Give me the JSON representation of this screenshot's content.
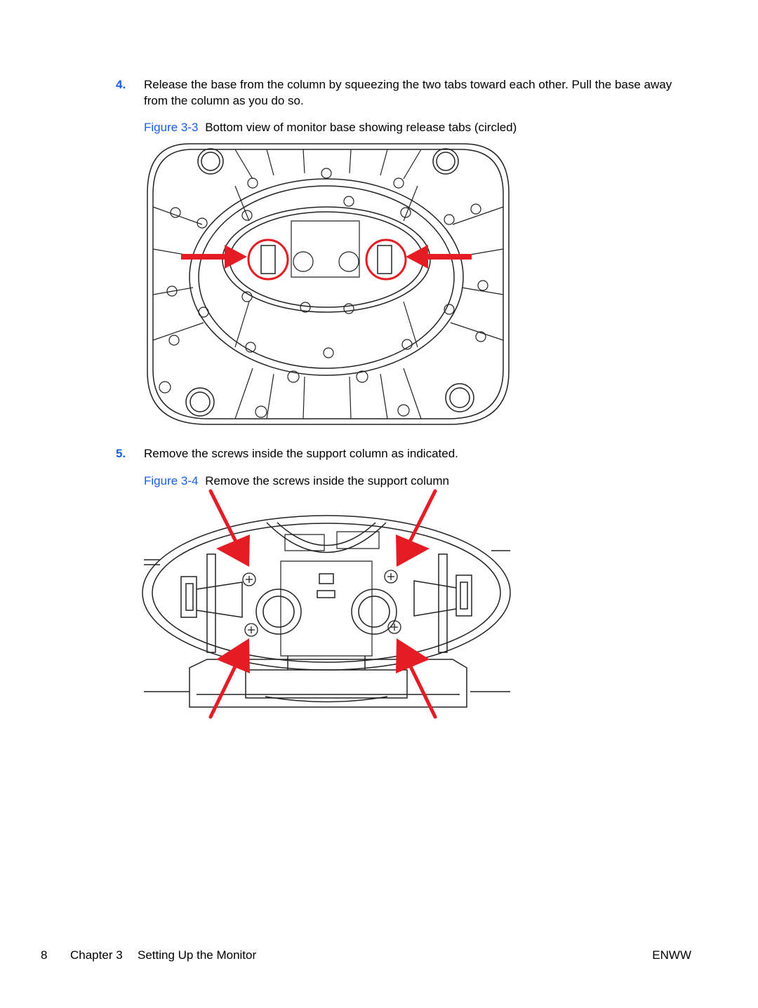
{
  "steps": [
    {
      "number": "4.",
      "text": "Release the base from the column by squeezing the two tabs toward each other. Pull the base away from the column as you do so."
    },
    {
      "number": "5.",
      "text": "Remove the screws inside the support column as indicated."
    }
  ],
  "figures": [
    {
      "label": "Figure 3-3",
      "caption": "Bottom view of monitor base showing release tabs (circled)"
    },
    {
      "label": "Figure 3-4",
      "caption": "Remove the screws inside the support column"
    }
  ],
  "footer": {
    "page_number": "8",
    "chapter": "Chapter 3",
    "chapter_title": "Setting Up the Monitor",
    "doc_code": "ENWW"
  },
  "colors": {
    "accent": "#1560f0",
    "callout": "#e51c23"
  }
}
